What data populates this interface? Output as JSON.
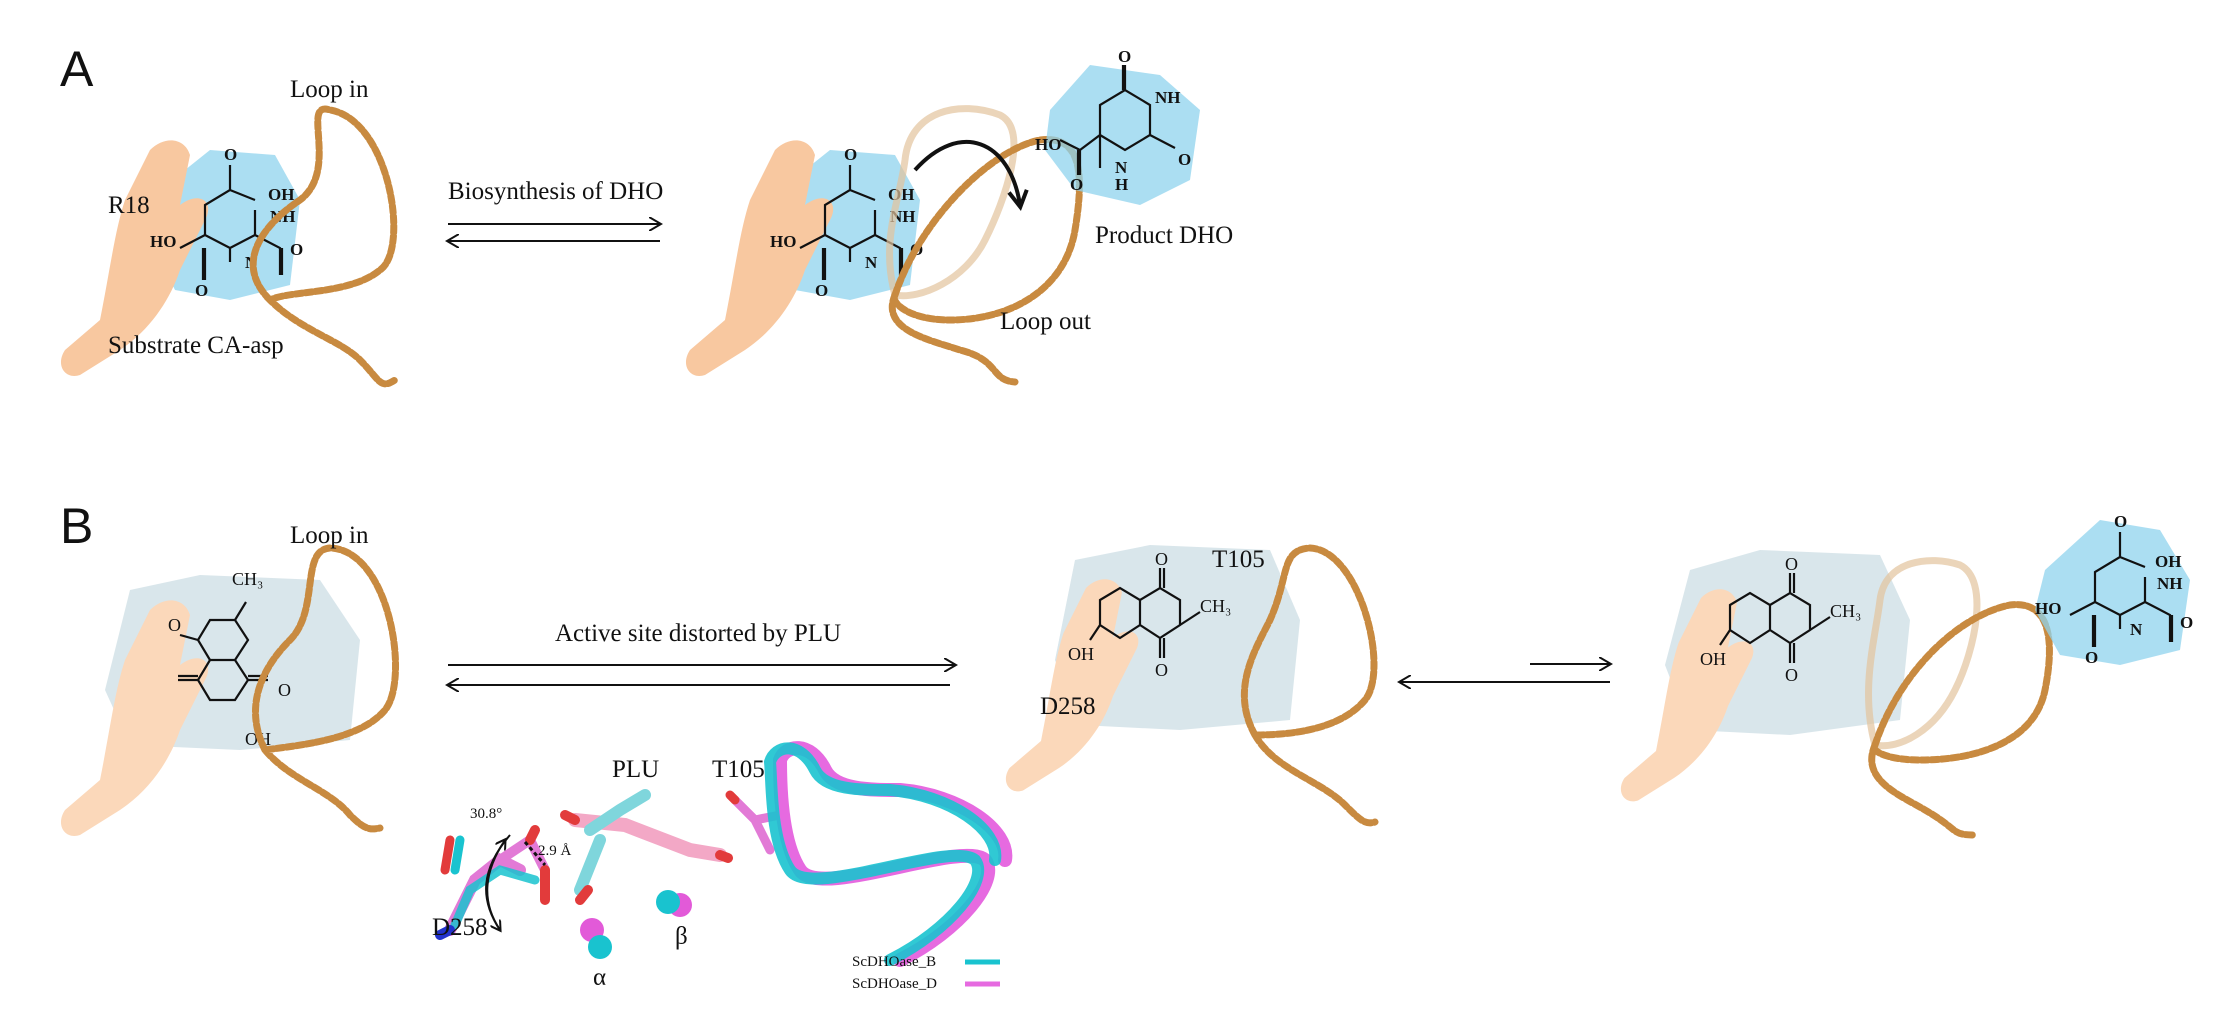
{
  "panels": {
    "A": {
      "letter": "A",
      "loop_in": "Loop in",
      "residue": "R18",
      "substrate": "Substrate CA-asp",
      "arrow_label": "Biosynthesis of DHO",
      "loop_out": "Loop out",
      "product": "Product DHO"
    },
    "B": {
      "letter": "B",
      "loop_in": "Loop in",
      "arrow_label": "Active site distorted by PLU",
      "residue_t105": "T105",
      "residue_d258": "D258",
      "inset": {
        "plu": "PLU",
        "t105": "T105",
        "d258": "D258",
        "angle": "30.8°",
        "distance": "2.9 Å",
        "alpha": "α",
        "beta": "β",
        "legend": [
          {
            "name": "ScDHOase_B",
            "color": "#19c3cf"
          },
          {
            "name": "ScDHOase_D",
            "color": "#e66ae0"
          }
        ]
      }
    }
  },
  "chem_text": {
    "oh": "OH",
    "ho": "HO",
    "nh": "NH",
    "n": "N",
    "h": "H",
    "o": "O",
    "ch3": "CH₃"
  },
  "colors": {
    "rope": "#c88a40",
    "hand": "#f8c8a0",
    "substrate_bg": "#8fd3ee",
    "inhibitor_bg": "#b9d2da"
  }
}
